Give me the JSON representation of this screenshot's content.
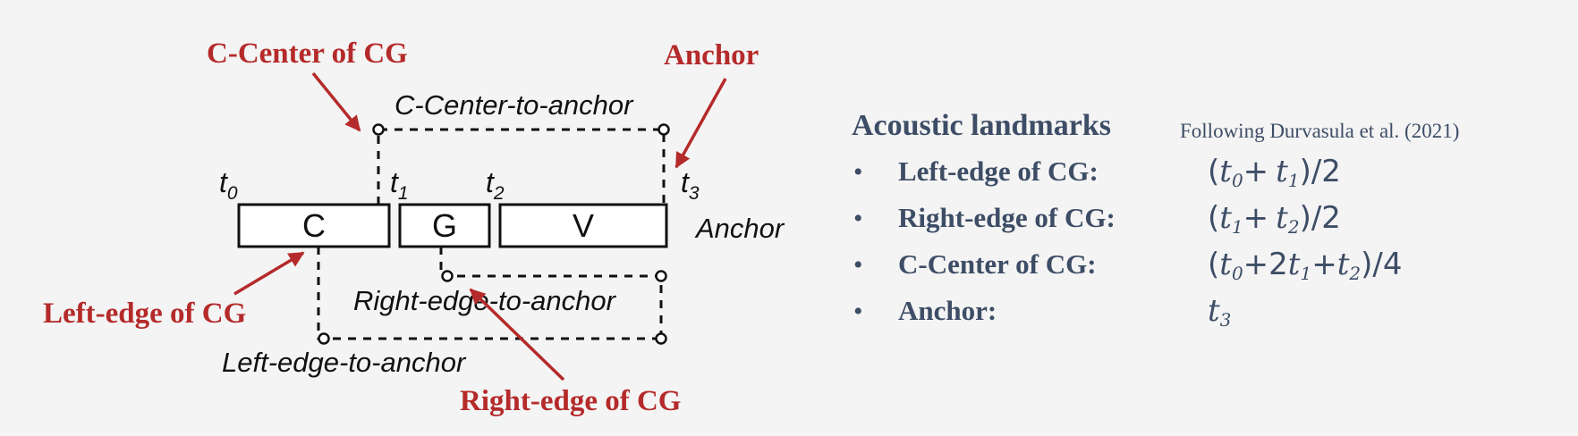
{
  "diagram": {
    "segments": [
      "C",
      "G",
      "V"
    ],
    "time_points": [
      {
        "base": "t",
        "sub": "0"
      },
      {
        "base": "t",
        "sub": "1"
      },
      {
        "base": "t",
        "sub": "2"
      },
      {
        "base": "t",
        "sub": "3"
      }
    ],
    "anchor_text": "Anchor",
    "intervals": {
      "c_center": "C-Center-to-anchor",
      "right_edge": "Right-edge-to-anchor",
      "left_edge": "Left-edge-to-anchor"
    },
    "callouts": {
      "c_center": "C-Center of CG",
      "anchor": "Anchor",
      "left_edge": "Left-edge of CG",
      "right_edge": "Right-edge of CG"
    },
    "colors": {
      "callout": "#b52a2a",
      "panel_text": "#3d4d66",
      "lines": "#111111"
    }
  },
  "panel": {
    "title": "Acoustic landmarks",
    "reference": "Following Durvasula et al. (2021)",
    "bullet": "•",
    "items": [
      {
        "name": "Left-edge of CG:",
        "formula": "(t0 + t1)/2"
      },
      {
        "name": "Right-edge of CG:",
        "formula": "(t1 + t2)/2"
      },
      {
        "name": "C-Center of CG:",
        "formula": "(t0+2t1+t2)/4"
      },
      {
        "name": "Anchor:",
        "formula": "t3"
      }
    ]
  }
}
